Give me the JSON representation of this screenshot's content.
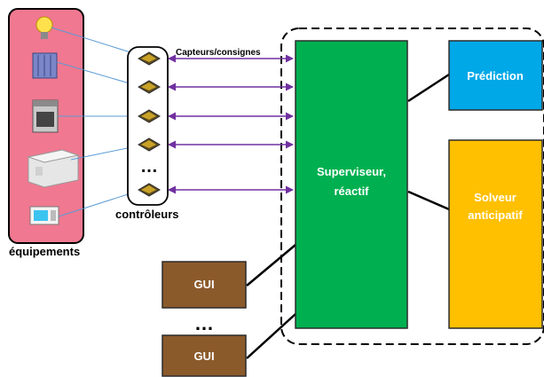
{
  "labels": {
    "equipements": "équipements",
    "controleurs": "contrôleurs",
    "capteurs": "Capteurs/consignes",
    "ellipsis_controllers": "…",
    "ellipsis_gui": "…"
  },
  "boxes": {
    "superviseur": [
      "Superviseur,",
      "réactif"
    ],
    "prediction": "Prédiction",
    "solveur": [
      "Solveur",
      "anticipatif"
    ],
    "gui_top": "GUI",
    "gui_bottom": "GUI"
  },
  "equipment_icons": [
    "light-bulb-icon",
    "radiator-icon",
    "stove-icon",
    "washing-machine-icon",
    "microwave-icon"
  ],
  "controller_icons": [
    "controller-chip-icon",
    "controller-chip-icon",
    "controller-chip-icon",
    "controller-chip-icon",
    "controller-chip-icon"
  ],
  "colors": {
    "equipment_panel": "#f07890",
    "superviseur": "#00b050",
    "prediction": "#00a8e8",
    "solveur": "#ffc000",
    "gui": "#8b5a2b",
    "arrow": "#7030a0",
    "equipment_link": "#5b9bd5",
    "connector": "#000000"
  }
}
